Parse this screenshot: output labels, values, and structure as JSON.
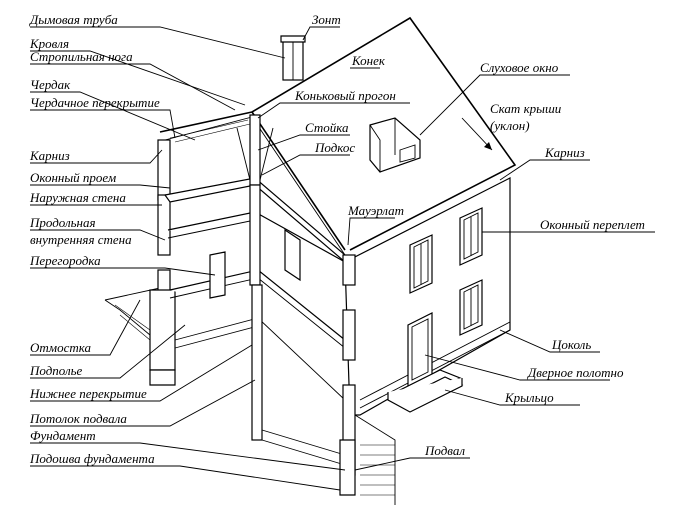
{
  "diagram": {
    "left_labels": [
      {
        "id": "chimney",
        "text": "Дымовая труба"
      },
      {
        "id": "roofing",
        "text": "Кровля"
      },
      {
        "id": "rafter",
        "text": "Стропильная нога"
      },
      {
        "id": "attic",
        "text": "Чердак"
      },
      {
        "id": "attic-floor",
        "text": "Чердачное перекрытие"
      },
      {
        "id": "eave-left",
        "text": "Карниз"
      },
      {
        "id": "window-opening",
        "text": "Оконный проем"
      },
      {
        "id": "outer-wall",
        "text": "Наружная стена"
      },
      {
        "id": "inner-wall-1",
        "text": "Продольная"
      },
      {
        "id": "inner-wall-2",
        "text": "внутренняя стена"
      },
      {
        "id": "partition",
        "text": "Перегородка"
      },
      {
        "id": "blind-area",
        "text": "Отмостка"
      },
      {
        "id": "underfloor",
        "text": "Подполье"
      },
      {
        "id": "lower-floor",
        "text": "Нижнее перекрытие"
      },
      {
        "id": "basement-ceiling",
        "text": "Потолок подвала"
      },
      {
        "id": "foundation",
        "text": "Фундамент"
      },
      {
        "id": "footing",
        "text": "Подошва фундамента"
      }
    ],
    "right_labels": [
      {
        "id": "chimney-cap",
        "text": "Зонт"
      },
      {
        "id": "ridge",
        "text": "Конек"
      },
      {
        "id": "dormer",
        "text": "Слуховое окно"
      },
      {
        "id": "ridge-purlin",
        "text": "Коньковый прогон"
      },
      {
        "id": "roof-slope-1",
        "text": "Скат крыши"
      },
      {
        "id": "roof-slope-2",
        "text": "(уклон)"
      },
      {
        "id": "post",
        "text": "Стойка"
      },
      {
        "id": "strut",
        "text": "Подкос"
      },
      {
        "id": "eave-right",
        "text": "Карниз"
      },
      {
        "id": "wall-plate",
        "text": "Мауэрлат"
      },
      {
        "id": "window-frame",
        "text": "Оконный переплет"
      },
      {
        "id": "plinth",
        "text": "Цоколь"
      },
      {
        "id": "door-leaf",
        "text": "Дверное полотно"
      },
      {
        "id": "porch",
        "text": "Крыльцо"
      },
      {
        "id": "basement",
        "text": "Подвал"
      }
    ]
  }
}
